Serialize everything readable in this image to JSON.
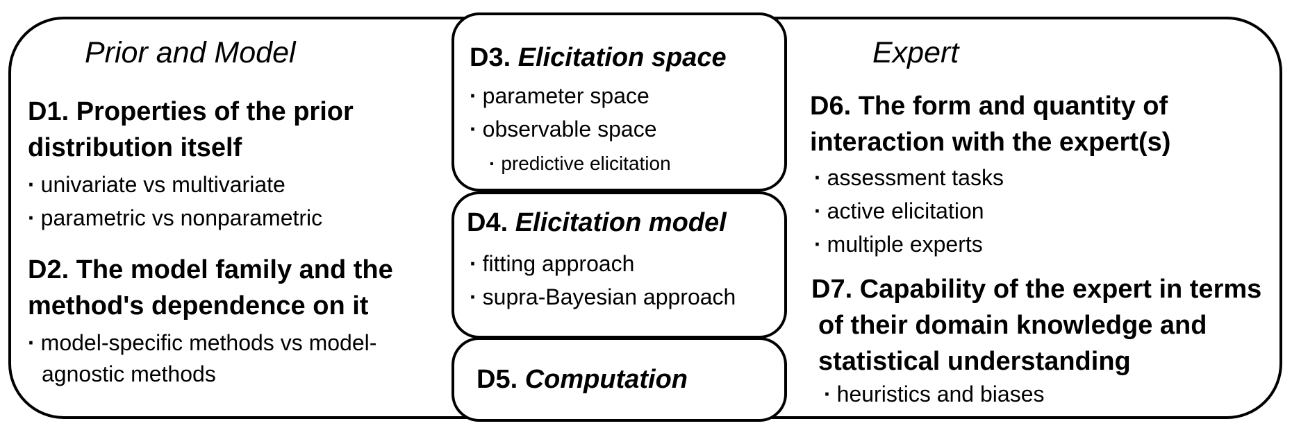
{
  "left": {
    "section_title": "Prior and Model",
    "d1": {
      "num": "D1.",
      "title_line1": "Properties of the prior",
      "title_line2": "distribution itself",
      "items": [
        "univariate vs multivariate",
        "parametric vs nonparametric"
      ]
    },
    "d2": {
      "num": "D2.",
      "title_line1": "The model family and the",
      "title_line2": "method's dependence on it",
      "items_line1": "model-specific methods vs model-",
      "items_line2": "agnostic methods"
    }
  },
  "middle": {
    "d3": {
      "num": "D3.",
      "title": "Elicitation space",
      "items": [
        "parameter space",
        "observable space"
      ],
      "subitem": "predictive elicitation"
    },
    "d4": {
      "num": "D4.",
      "title": "Elicitation model",
      "items": [
        "fitting approach",
        "supra-Bayesian approach"
      ]
    },
    "d5": {
      "num": "D5.",
      "title": "Computation"
    }
  },
  "right": {
    "section_title": "Expert",
    "d6": {
      "num": "D6.",
      "title_line1": "The form and quantity of",
      "title_line2": "interaction with the expert(s)",
      "items": [
        "assessment tasks",
        "active elicitation",
        "multiple experts"
      ]
    },
    "d7": {
      "num": "D7.",
      "title_line1": "Capability of the expert in terms",
      "title_line2": "of their domain knowledge and",
      "title_line3": "statistical understanding",
      "items": [
        "heuristics and biases"
      ]
    }
  },
  "bullet_char": "·"
}
